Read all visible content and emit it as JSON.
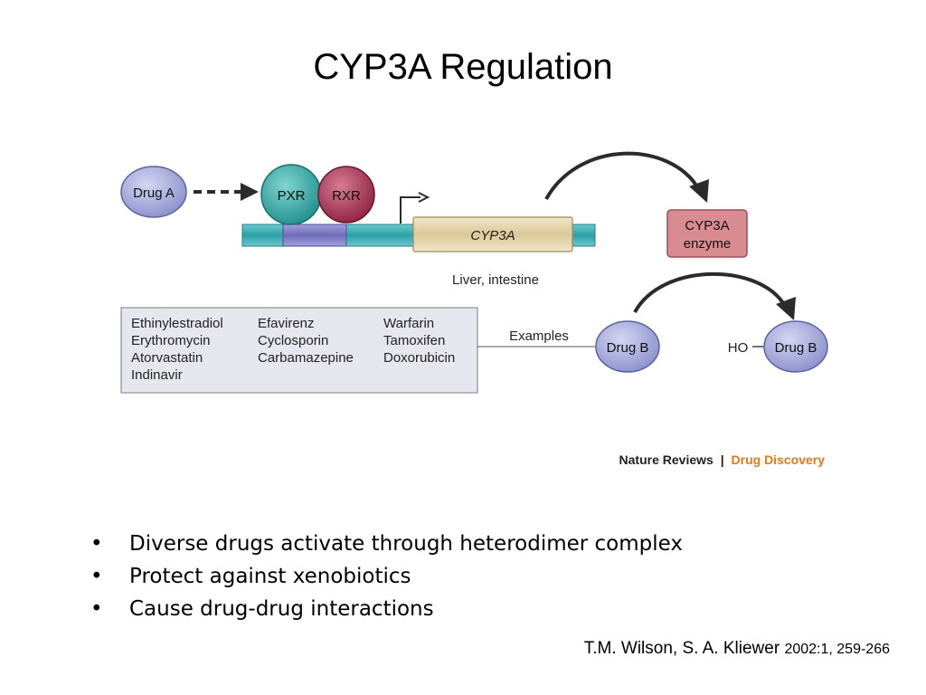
{
  "title": "CYP3A Regulation",
  "diagram": {
    "drug_a": "Drug A",
    "pxr": "PXR",
    "rxr": "RXR",
    "gene": "CYP3A",
    "enzyme_line1": "CYP3A",
    "enzyme_line2": "enzyme",
    "tissue": "Liver, intestine",
    "examples_label": "Examples",
    "drug_b": "Drug B",
    "ho": "HO",
    "drug_b_metabolite": "Drug B",
    "examples_columns": [
      [
        "Ethinylestradiol",
        "Erythromycin",
        "Atorvastatin",
        "Indinavir"
      ],
      [
        "Efavirenz",
        "Cyclosporin",
        "Carbamazepine"
      ],
      [
        "Warfarin",
        "Tamoxifen",
        "Doxorubicin"
      ]
    ],
    "credit_journal": "Nature Reviews",
    "credit_sep": "|",
    "credit_section": "Drug Discovery",
    "colors": {
      "drug": "#9ea3d6",
      "pxr": "#2fa6a3",
      "rxr": "#a8324f",
      "gene": "#e3d2a6",
      "enzyme": "#d98b92",
      "dna": "#35aab0",
      "response_element": "#7b79bf",
      "credit_accent": "#e8761a"
    }
  },
  "bullets": [
    "Diverse drugs activate through heterodimer complex",
    "Protect against xenobiotics",
    "Cause drug-drug interactions"
  ],
  "citation": {
    "authors": "T.M. Wilson, S. A. Kliewer",
    "ref": "2002:1, 259-266"
  }
}
